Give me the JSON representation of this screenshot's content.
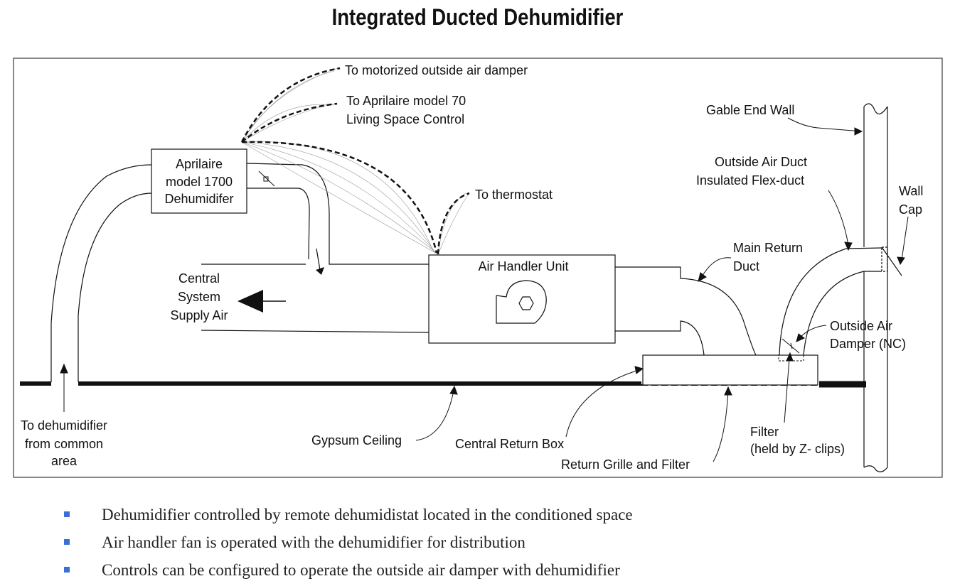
{
  "title": "Integrated Ducted Dehumidifier",
  "labels": {
    "motorized_damper": "To motorized outside air damper",
    "living_space_control_1": "To Aprilaire model 70",
    "living_space_control_2": "Living Space Control",
    "dehumidifier_1": "Aprilaire",
    "dehumidifier_2": "model 1700",
    "dehumidifier_3": "Dehumidifer",
    "thermostat": "To thermostat",
    "gable_end_wall": "Gable End Wall",
    "outside_air_duct_1": "Outside Air Duct",
    "outside_air_duct_2": "Insulated Flex-duct",
    "wall_cap_1": "Wall",
    "wall_cap_2": "Cap",
    "main_return_1": "Main Return",
    "main_return_2": "Duct",
    "air_handler": "Air Handler Unit",
    "supply_1": "Central",
    "supply_2": "System",
    "supply_3": "Supply Air",
    "outside_damper_1": "Outside Air",
    "outside_damper_2": "Damper (NC)",
    "common_area_1": "To dehumidifier",
    "common_area_2": "from common",
    "common_area_3": "area",
    "gypsum": "Gypsum Ceiling",
    "central_return_box": "Central Return Box",
    "return_grille": "Return Grille and Filter",
    "filter_1": "Filter",
    "filter_2": "(held by Z- clips)"
  },
  "bullets": [
    "Dehumidifier controlled by remote dehumidistat located in the conditioned space",
    "Air handler fan is operated with the dehumidifier for distribution",
    "Controls can be configured to operate the outside air damper with dehumidifier"
  ],
  "colors": {
    "bullet": "#3b6fd6",
    "line": "#111111"
  }
}
